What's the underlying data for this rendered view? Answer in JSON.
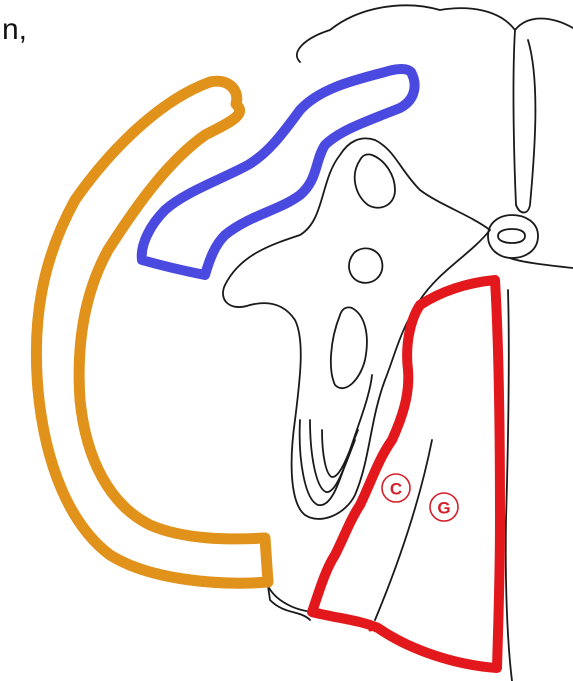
{
  "partial_text": "n,",
  "labels": {
    "c": "C",
    "g": "G"
  },
  "colors": {
    "orange_region": "#e0921a",
    "blue_region": "#4a4ae0",
    "red_region": "#e3181c",
    "label_ring": "#d4202a",
    "outline": "#1a1a1a"
  }
}
